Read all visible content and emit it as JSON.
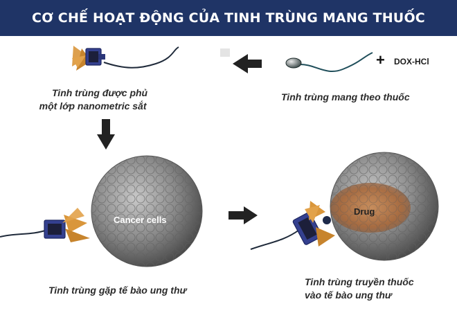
{
  "title": "CƠ CHẾ HOẠT ĐỘNG CỦA TINH TRÙNG MANG THUỐC",
  "steps": {
    "step1": {
      "caption": "Tinh trùng mang theo thuốc",
      "plus": "+",
      "drug_label": "DOX-HCl"
    },
    "step2": {
      "caption_line1": "Tinh trùng được phủ",
      "caption_line2": "một lớp nanometric sắt"
    },
    "step3": {
      "caption": "Tinh trùng gặp tế bào ung thư",
      "cell_label": "Cancer cells"
    },
    "step4": {
      "caption_line1": "Tinh trùng truyền thuốc",
      "caption_line2": "vào tế bào ung thư",
      "drug_label": "Drug"
    }
  },
  "colors": {
    "header": "#1f3466",
    "arrow": "#222222",
    "cell": "#8a8a8a",
    "drug": "#b5713f",
    "coat_blue": "#34408f",
    "coat_orange": "#d9963b"
  },
  "icons": [
    "sperm-icon",
    "iron-coated-sperm-icon",
    "cancer-cell-icon",
    "arrow-left-icon",
    "arrow-down-icon",
    "arrow-right-icon"
  ]
}
